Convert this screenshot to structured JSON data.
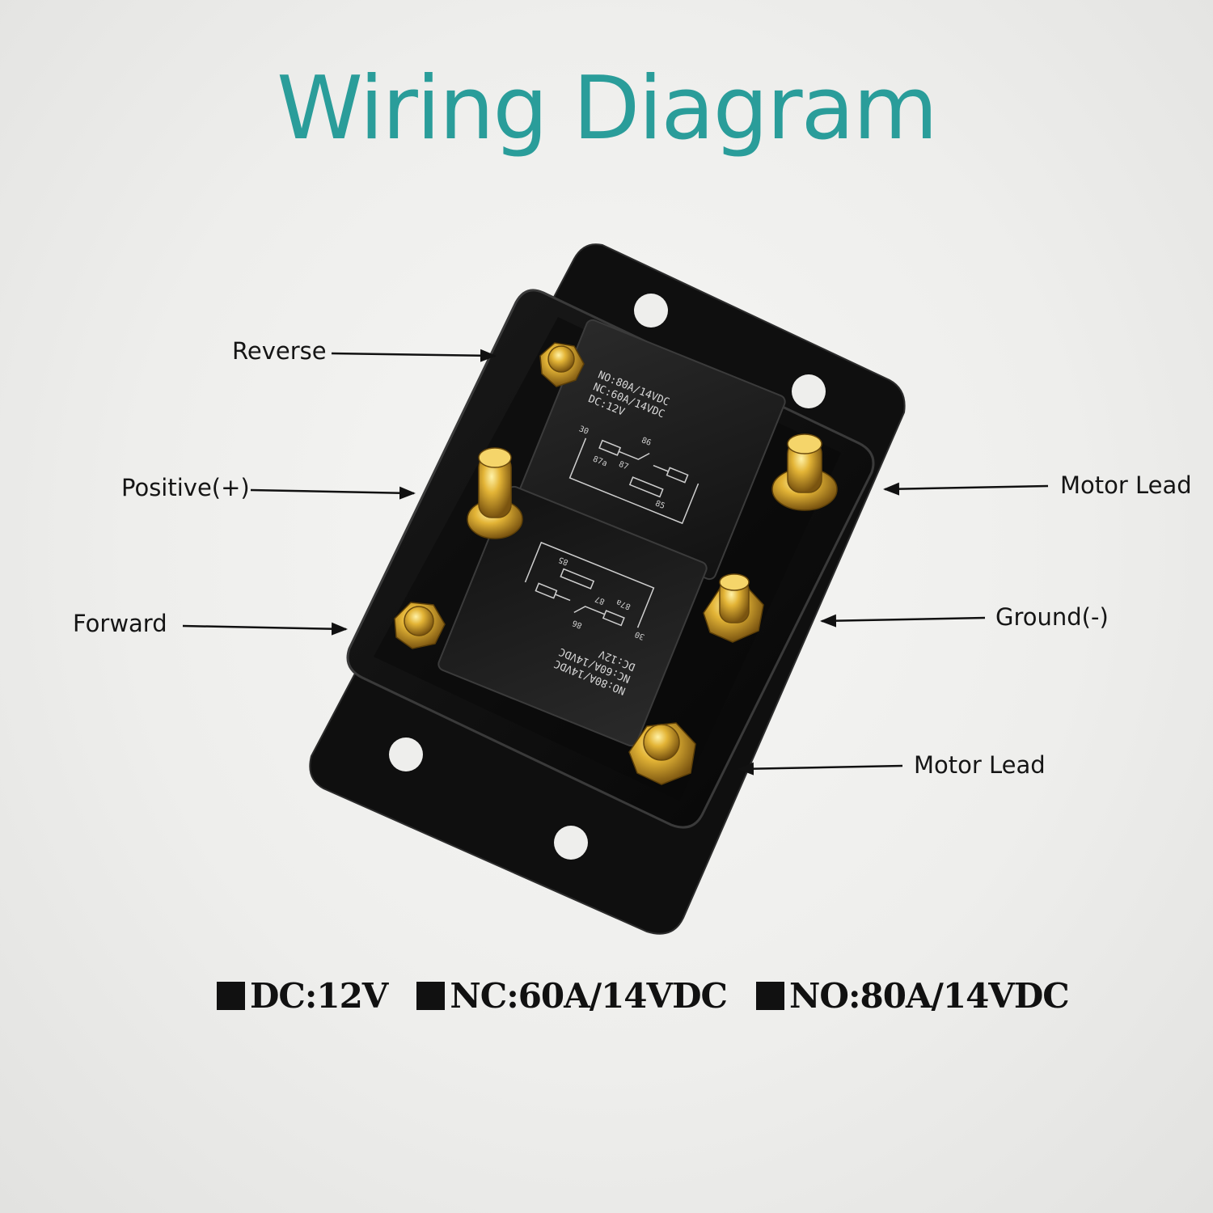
{
  "title": "Wiring Diagram",
  "terminals": {
    "reverse": "Reverse",
    "positive": "Positive(+)",
    "forward": "Forward",
    "motor_lead_top": "Motor Lead",
    "ground": "Ground(-)",
    "motor_lead_bottom": "Motor Lead"
  },
  "relay": {
    "line1": "NO:80A/14VDC",
    "line2": "NC:60A/14VDC",
    "line3": "DC:12V",
    "pins": [
      "30",
      "86",
      "87a",
      "87",
      "85"
    ]
  },
  "specs": [
    "DC:12V",
    "NC:60A/14VDC",
    "NO:80A/14VDC"
  ],
  "colors": {
    "title": "#2a9d9a",
    "housing": "#121212",
    "brass": "#d9a82a",
    "label_text": "#151515"
  }
}
